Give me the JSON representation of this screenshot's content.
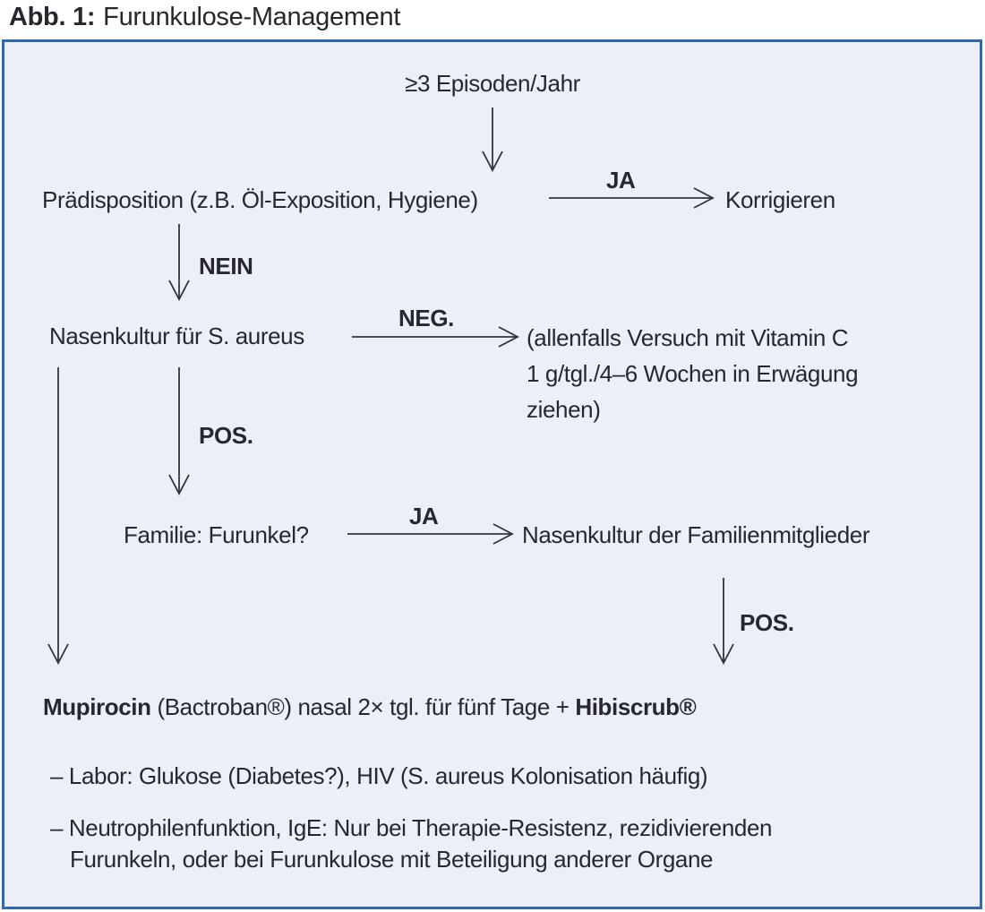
{
  "title": {
    "prefix": "Abb. 1:",
    "text": "Furunkulose-Management"
  },
  "flow": {
    "start": "≥3 Episoden/Jahr",
    "predisposition": "Prädisposition (z.B. Öl-Exposition, Hygiene)",
    "label_ja_1": "JA",
    "korrigieren": "Korrigieren",
    "label_nein": "NEIN",
    "nasal_culture": "Nasenkultur für S. aureus",
    "label_neg": "NEG.",
    "vitamin_note": {
      "line1": "(allenfalls Versuch mit Vitamin C",
      "line2": "1 g/tgl./4–6 Wochen in Erwägung",
      "line3": "ziehen)"
    },
    "label_pos_1": "POS.",
    "family_question": "Familie: Furunkel?",
    "label_ja_2": "JA",
    "family_culture": "Nasenkultur der Familienmitglieder",
    "label_pos_2": "POS.",
    "therapy": {
      "drug1": "Mupirocin",
      "middle": " (Bactroban®) nasal 2× tgl. für fünf Tage + ",
      "drug2": "Hibiscrub®"
    },
    "notes": {
      "note1": "– Labor: Glukose (Diabetes?), HIV (S. aureus Kolonisation häufig)",
      "note2_line1": "– Neutrophilenfunktion, IgE: Nur bei Therapie-Resistenz, rezidivierenden",
      "note2_line2": "Furunkeln, oder bei Furunkulose mit Beteiligung anderer Organe"
    }
  },
  "colors": {
    "box_border": "#2f69b3",
    "box_bg": "#edeff8",
    "text": "#26282e",
    "arrow": "#33353c"
  }
}
